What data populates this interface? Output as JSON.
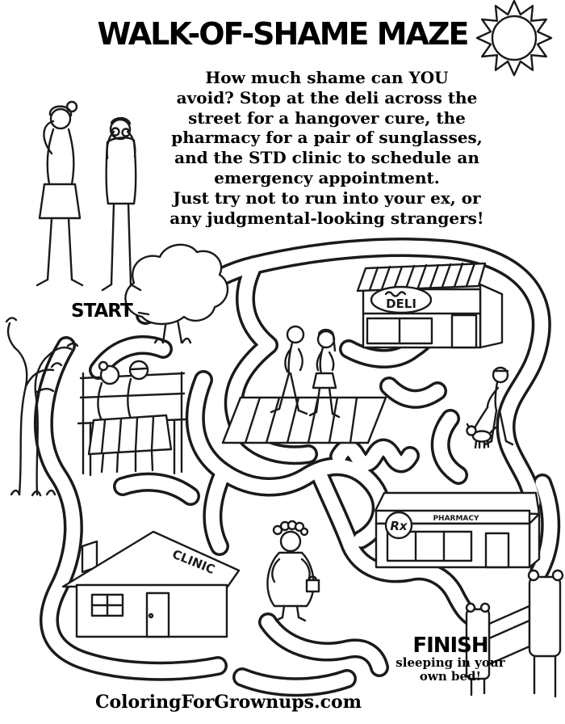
{
  "page": {
    "title": "WALK-OF-SHAME MAZE",
    "intro_lines": [
      "How much shame can YOU",
      "avoid? Stop at the deli across the",
      "street for a hangover cure, the",
      "pharmacy for a pair of sunglasses,",
      "and the STD clinic to schedule an",
      "emergency appointment.",
      "Just try not to run into your ex, or",
      "any judgmental-looking strangers!"
    ],
    "start_label": "START",
    "finish_label": "FINISH",
    "finish_sub_lines": [
      "sleeping in your",
      "own bed!"
    ],
    "footer_url": "ColoringForGrownups.com"
  },
  "signs": {
    "deli": "DELI",
    "clinic": "CLINIC",
    "pharmacy_symbol": "Rx",
    "pharmacy": "PHARMACY"
  },
  "colors": {
    "ink": "#1a1a1a",
    "paper": "#ffffff"
  }
}
